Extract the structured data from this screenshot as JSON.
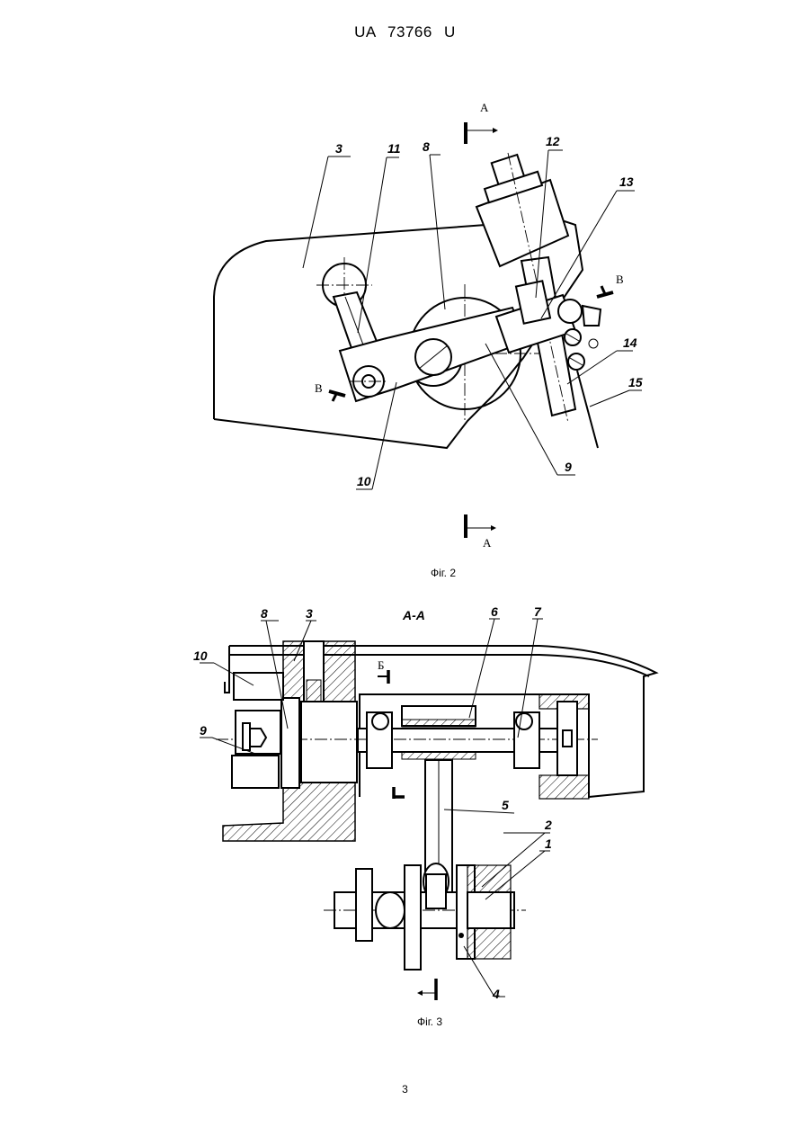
{
  "header": {
    "publication": "UA   73766   U"
  },
  "figure2": {
    "caption": "Фіг. 2",
    "section_marks": [
      "A",
      "A",
      "B",
      "B"
    ],
    "part_labels": [
      "3",
      "11",
      "8",
      "12",
      "13",
      "14",
      "15",
      "9",
      "10"
    ]
  },
  "figure3": {
    "caption": "Фіг. 3",
    "section_title": "A-A",
    "section_marks": [
      "Б"
    ],
    "part_labels": [
      "8",
      "3",
      "6",
      "7",
      "10",
      "9",
      "5",
      "2",
      "1",
      "4"
    ]
  },
  "page_number": "3"
}
